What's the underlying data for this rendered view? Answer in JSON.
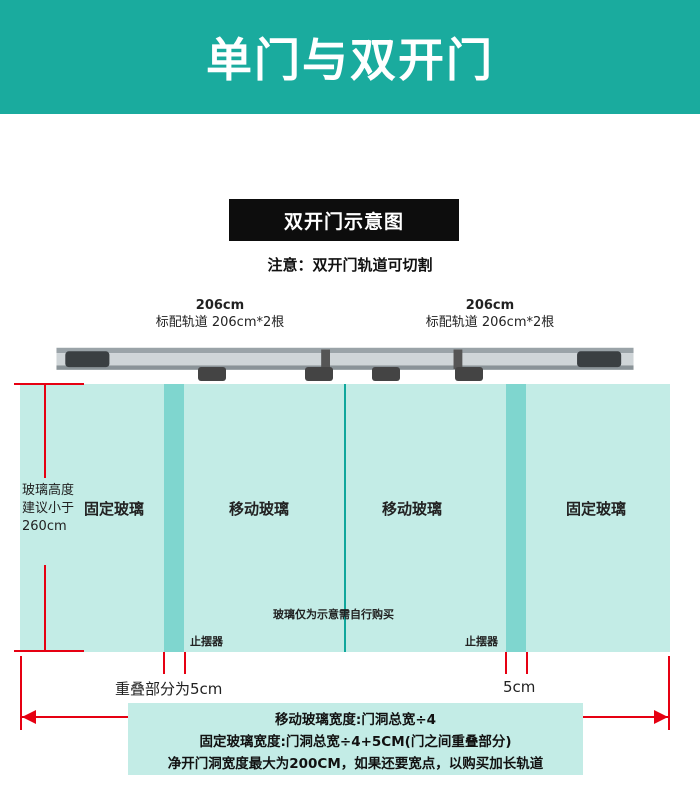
{
  "header": {
    "title": "单门与双开门"
  },
  "subtitle": "双开门示意图",
  "note": "注意：双开门轨道可切割",
  "dimensions": [
    {
      "length": "206cm",
      "detail": "标配轨道 206cm*2根"
    },
    {
      "length": "206cm",
      "detail": "标配轨道 206cm*2根"
    }
  ],
  "panes": {
    "fixed_left": "固定玻璃",
    "moving_left": "移动玻璃",
    "moving_right": "移动玻璃",
    "fixed_right": "固定玻璃"
  },
  "glass_height": [
    "玻璃高度",
    "建议小于",
    "260cm"
  ],
  "glass_note": "玻璃仅为示意需自行购买",
  "stopper_label": "止摆器",
  "overlap_label": "重叠部分为5cm",
  "overlap_right": "5cm",
  "formulas": [
    "移动玻璃宽度:门洞总宽÷4",
    "固定玻璃宽度:门洞总宽÷4+5CM(门之间重叠部分)",
    "净开门洞宽度最大为200CM，如果还要宽点，以购买加长轨道"
  ],
  "colors": {
    "banner": "#1aab9e",
    "glass": "#c3ece6",
    "glass_edge": "#7fd6cf",
    "dimension_line": "#e60012"
  }
}
